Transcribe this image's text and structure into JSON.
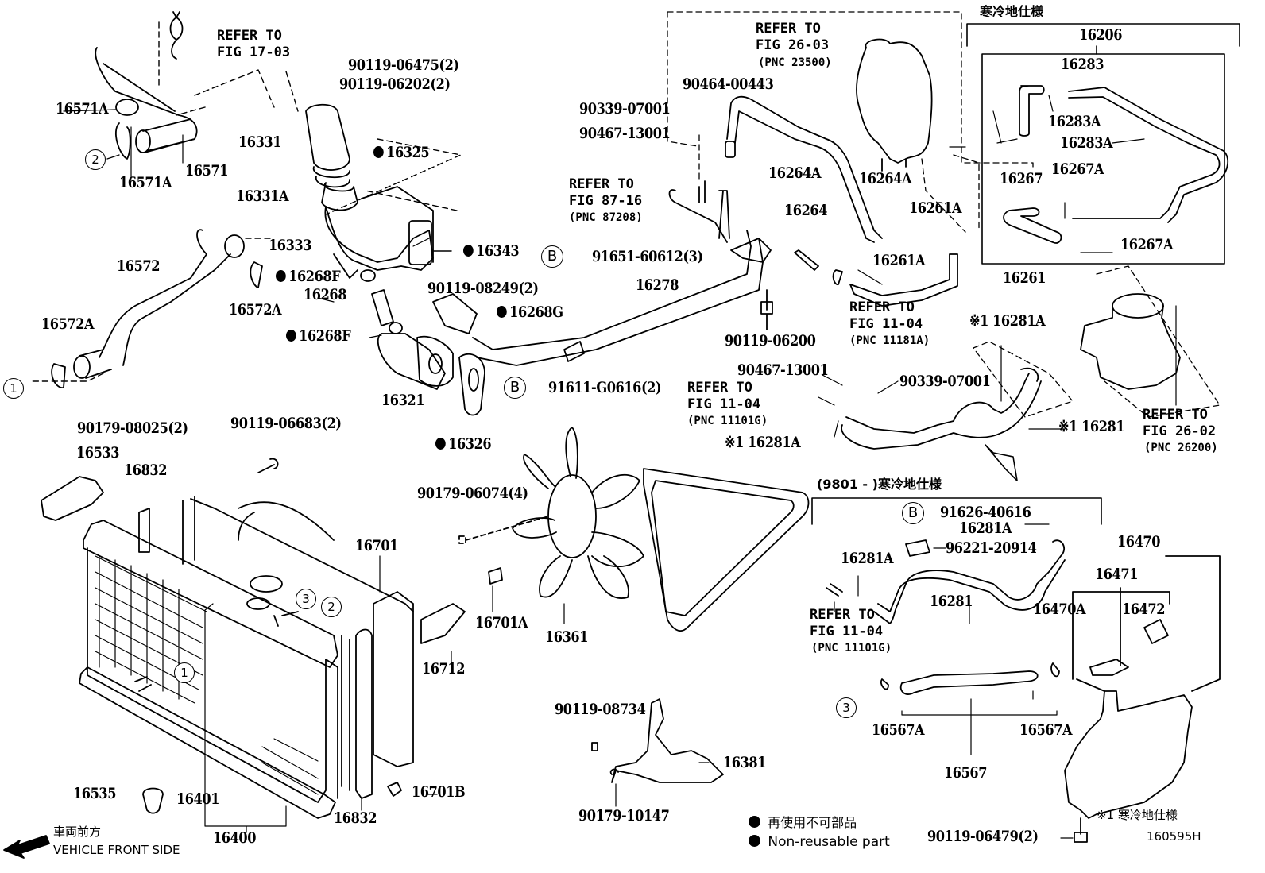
{
  "diagram": {
    "figure_code": "160595H",
    "legend": {
      "non_reusable_jp": "再使用不可部品",
      "non_reusable_en": "Non-reusable part",
      "note1": "※1 寒冷地仕様"
    },
    "front_indicator": {
      "jp": "車両前方",
      "en": "VEHICLE FRONT SIDE"
    },
    "group_headers": {
      "cold_area_spec": "寒冷地仕様",
      "cold_area_spec_9801": "(9801 -      )寒冷地仕様"
    },
    "references": {
      "fig_17_03": "REFER TO\nFIG 17-03",
      "fig_26_03": "REFER TO\nFIG 26-03",
      "fig_26_03_pnc": "(PNC 23500)",
      "fig_87_16": "REFER TO\nFIG 87-16",
      "fig_87_16_pnc": "(PNC 87208)",
      "fig_11_04_a": "REFER TO\nFIG 11-04",
      "fig_11_04_a_pnc": "(PNC 11181A)",
      "fig_11_04_b": "REFER TO\nFIG 11-04",
      "fig_11_04_b_pnc": "(PNC 11101G)",
      "fig_11_04_c": "REFER TO\nFIG 11-04",
      "fig_11_04_c_pnc": "(PNC 11101G)",
      "fig_26_02": "REFER TO\nFIG 26-02",
      "fig_26_02_pnc": "(PNC 26200)"
    },
    "markers": {
      "b": "B",
      "one": "1",
      "two": "2",
      "three": "3"
    },
    "parts": {
      "p16571A_top": "16571A",
      "p16571A_bot": "16571A",
      "p16571": "16571",
      "p90119_06475": "90119-06475(2)",
      "p90119_06202": "90119-06202(2)",
      "p16331": "16331",
      "p16325": "16325",
      "p16331A": "16331A",
      "p16333": "16333",
      "p16343": "16343",
      "p16572": "16572",
      "p16572A_left": "16572A",
      "p16572A_right": "16572A",
      "p16268F_top": "16268F",
      "p16268": "16268",
      "p16268F_bot": "16268F",
      "p90119_08249": "90119-08249(2)",
      "p16268G": "16268G",
      "p16321": "16321",
      "p91611_G0616": "91611-G0616(2)",
      "p16326": "16326",
      "p91651_60612": "91651-60612(3)",
      "p16278": "16278",
      "p90464_00443": "90464-00443",
      "p90339_07001_top": "90339-07001",
      "p90467_13001_top": "90467-13001",
      "p16264A_left": "16264A",
      "p16264A_right": "16264A",
      "p16264": "16264",
      "p16261A_top": "16261A",
      "p16261A_bot": "16261A",
      "p16261": "16261",
      "p90119_06200": "90119-06200",
      "p16206": "16206",
      "p16283": "16283",
      "p16283A_top": "16283A",
      "p16283A_mid": "16283A",
      "p16267": "16267",
      "p16267A_top": "16267A",
      "p16267A_bot": "16267A",
      "p16281A_x1_top": "※1 16281A",
      "p90467_13001_mid": "90467-13001",
      "p90339_07001_mid": "90339-07001",
      "p16281A_x1_bot": "※1 16281A",
      "p16281_x1": "※1 16281",
      "p90179_08025": "90179-08025(2)",
      "p16533": "16533",
      "p90119_06683": "90119-06683(2)",
      "p16832_top": "16832",
      "p16701": "16701",
      "p16712": "16712",
      "p90179_06074": "90179-06074(4)",
      "p16701A": "16701A",
      "p16361": "16361",
      "p91626_40616": "91626-40616",
      "p16281A_c1": "16281A",
      "p96221_20914": "96221-20914",
      "p16281A_c2": "16281A",
      "p16281": "16281",
      "p16470": "16470",
      "p16471": "16471",
      "p16470A": "16470A",
      "p16472": "16472",
      "p16567A_left": "16567A",
      "p16567A_right": "16567A",
      "p16567": "16567",
      "p90119_06479": "90119-06479(2)",
      "p90119_08734": "90119-08734",
      "p16381": "16381",
      "p90179_10147": "90179-10147",
      "p16535": "16535",
      "p16401": "16401",
      "p16400": "16400",
      "p16832_bot": "16832",
      "p16701B": "16701B"
    }
  }
}
